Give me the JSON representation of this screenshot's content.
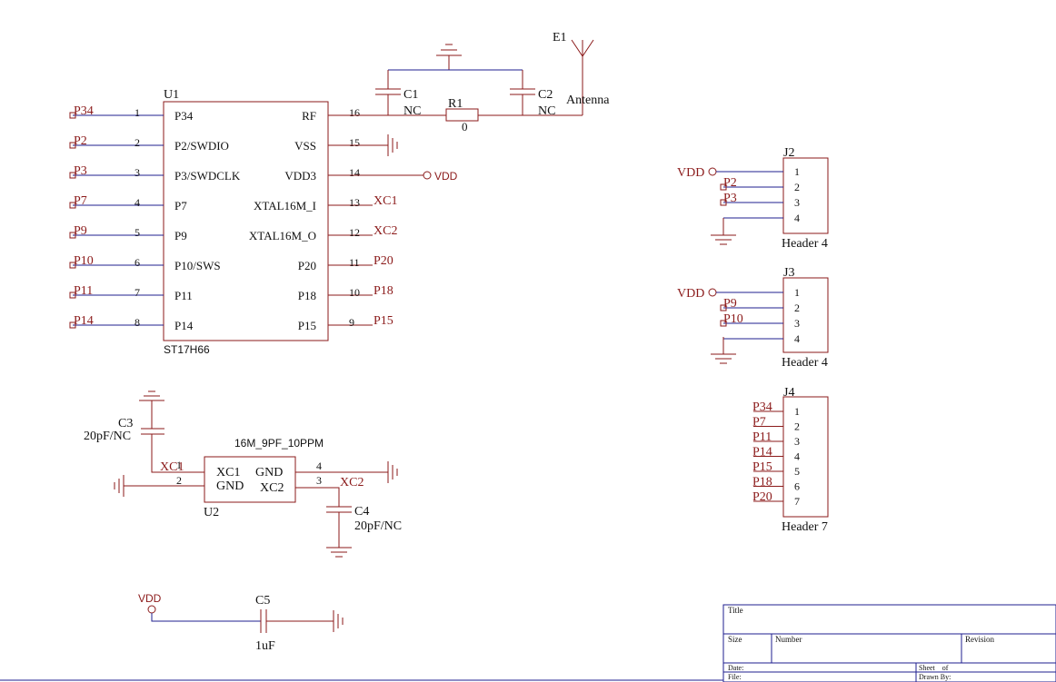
{
  "u1": {
    "ref": "U1",
    "part": "ST17H66",
    "left_pins": [
      {
        "net": "P34",
        "num": "1",
        "name": "P34"
      },
      {
        "net": "P2",
        "num": "2",
        "name": "P2/SWDIO"
      },
      {
        "net": "P3",
        "num": "3",
        "name": "P3/SWDCLK"
      },
      {
        "net": "P7",
        "num": "4",
        "name": "P7"
      },
      {
        "net": "P9",
        "num": "5",
        "name": "P9"
      },
      {
        "net": "P10",
        "num": "6",
        "name": "P10/SWS"
      },
      {
        "net": "P11",
        "num": "7",
        "name": "P11"
      },
      {
        "net": "P14",
        "num": "8",
        "name": "P14"
      }
    ],
    "right_pins": [
      {
        "num": "16",
        "name": "RF",
        "net": ""
      },
      {
        "num": "15",
        "name": "VSS",
        "net": ""
      },
      {
        "num": "14",
        "name": "VDD3",
        "net": ""
      },
      {
        "num": "13",
        "name": "XTAL16M_I",
        "net": "XC1"
      },
      {
        "num": "12",
        "name": "XTAL16M_O",
        "net": "XC2"
      },
      {
        "num": "11",
        "name": "P20",
        "net": "P20"
      },
      {
        "num": "10",
        "name": "P18",
        "net": "P18"
      },
      {
        "num": "9",
        "name": "P15",
        "net": "P15"
      }
    ],
    "vdd_label": "VDD"
  },
  "rf": {
    "c1_ref": "C1",
    "c1_val": "NC",
    "r1_ref": "R1",
    "r1_val": "0",
    "c2_ref": "C2",
    "c2_val": "NC",
    "antenna_ref": "E1",
    "antenna_label": "Antenna"
  },
  "j2": {
    "ref": "J2",
    "part": "Header 4",
    "vdd_label": "VDD",
    "pins": [
      {
        "num": "1",
        "net": ""
      },
      {
        "num": "2",
        "net": "P2"
      },
      {
        "num": "3",
        "net": "P3"
      },
      {
        "num": "4",
        "net": ""
      }
    ]
  },
  "j3": {
    "ref": "J3",
    "part": "Header 4",
    "vdd_label": "VDD",
    "pins": [
      {
        "num": "1",
        "net": ""
      },
      {
        "num": "2",
        "net": "P9"
      },
      {
        "num": "3",
        "net": "P10"
      },
      {
        "num": "4",
        "net": ""
      }
    ]
  },
  "j4": {
    "ref": "J4",
    "part": "Header 7",
    "pins": [
      {
        "num": "1",
        "net": "P34"
      },
      {
        "num": "2",
        "net": "P7"
      },
      {
        "num": "3",
        "net": "P11"
      },
      {
        "num": "4",
        "net": "P14"
      },
      {
        "num": "5",
        "net": "P15"
      },
      {
        "num": "6",
        "net": "P18"
      },
      {
        "num": "7",
        "net": "P20"
      }
    ]
  },
  "u2": {
    "ref": "U2",
    "part": "16M_9PF_10PPM",
    "pin1_name": "XC1",
    "pin2_name": "GND",
    "pin4_name": "GND",
    "pin3_name": "XC2",
    "pin1_num": "1",
    "pin2_num": "2",
    "pin3_num": "3",
    "pin4_num": "4",
    "net_xc1": "XC1",
    "net_xc2": "XC2",
    "c3_ref": "C3",
    "c3_val": "20pF/NC",
    "c4_ref": "C4",
    "c4_val": "20pF/NC"
  },
  "c5": {
    "ref": "C5",
    "val": "1uF",
    "vdd_label": "VDD"
  },
  "title_block": {
    "title": "Title",
    "size": "Size",
    "number": "Number",
    "revision": "Revision",
    "date": "Date:",
    "file": "File:",
    "sheet": "Sheet    of",
    "drawn_by": "Drawn By:"
  },
  "colors": {
    "wire": "#1f1f8f",
    "component": "#8b1a1a",
    "text": "#111111"
  }
}
